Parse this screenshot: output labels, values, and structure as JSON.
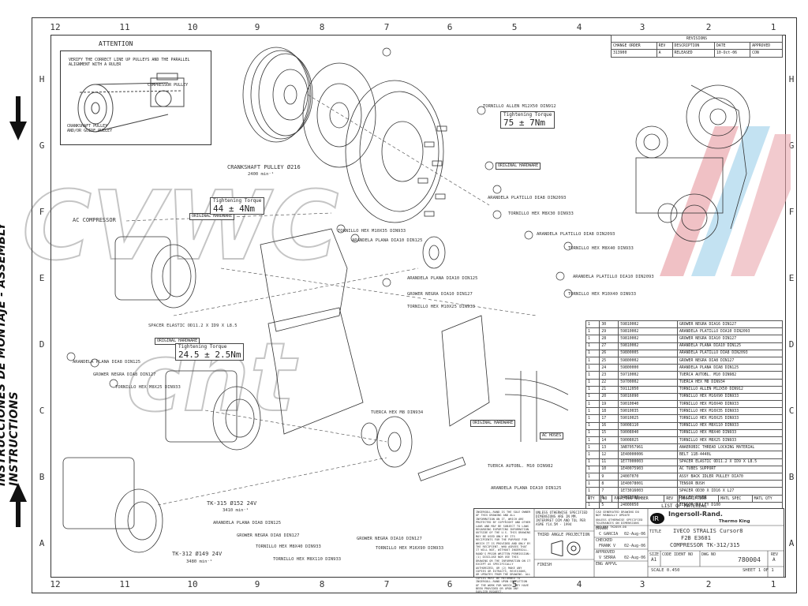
{
  "side_text": "INSTRUCCIONES DE MONTAJE - ASSEMBLY INSTRUCTIONS",
  "zones_top": [
    "12",
    "11",
    "10",
    "9",
    "8",
    "7",
    "6",
    "5",
    "4",
    "3",
    "2",
    "1"
  ],
  "zones_side": [
    "H",
    "G",
    "F",
    "E",
    "D",
    "C",
    "B",
    "A"
  ],
  "attention": {
    "title": "ATTENTION",
    "note": "VERIFY THE CORRECT LINE UP PULLEYS AND THE PARALLEL ALIGNMENT WITH A RULER",
    "compressor_pulley": "COMPRESSOR PULLEY",
    "crankshaft_pulley": "CRANKSHAFT PULLEY AND/OR GUIDE PULLEY"
  },
  "callouts": {
    "crankshaft": "CRANKSHAFT PULLEY Ø216",
    "crankshaft_rpm": "2400 min⁻¹",
    "ac_compressor": "AC COMPRESSOR",
    "allen": "TORNILLO ALLEN M12X50 DIN912",
    "original_hw_1": "ORIGINAL HARDWARE",
    "original_hw_2": "ORIGINAL HARDWARE",
    "original_hw_3": "ORIGINAL HARDWARE",
    "original_hw_4": "ORIGINAL HARDWARE",
    "arandela_platillo_1": "ARANDELA PLATILLO DIA8 DIN2093",
    "hex_m8x30": "TORNILLO HEX M8X30 DIN933",
    "arandela_platillo_2": "ARANDELA PLATILLO DIA8 DIN2093",
    "hex_m8x40_1": "TORNILLO HEX M8X40 DIN933",
    "arandela_platillo_3": "ARANDELA PLATILLO DIA10 DIN2093",
    "hex_m10x40": "TORNILLO HEX M10X40 DIN933",
    "hex_m10x35": "TORNILLO HEX M10X35 DIN933",
    "arandela_plana_10a": "ARANDELA PLANA DIA10 DIN125",
    "arandela_plana_10b": "ARANDELA PLANA DIA10 DIN125",
    "grower_10": "GROWER NEGRA DIA10 DIN127",
    "hex_m10x25": "TORNILLO HEX M10X25 DIN933",
    "spacer": "SPACER ELASTIC OD11.2 X ID9 X L8.5",
    "arandela_plana_8": "ARANDELA PLANA DIA8 DIN125",
    "grower_8": "GROWER NEGRA DIA8 DIN127",
    "hex_m8x25": "TORNILLO HEX M8X25 DIN933",
    "tuerca_m8": "TUERCA HEX M8 DIN934",
    "ac_hoses": "AC HOSES",
    "tuerca_autobl": "TUERCA AUTOBL. M10 DIN982",
    "arandela_plana_10c": "ARANDELA PLANA DIA10 DIN125",
    "tk315": "TK-315 Ø152 24V",
    "tk315_rpm": "3410 min⁻¹",
    "tk312": "TK-312 Ø149 24V",
    "tk312_rpm": "3480 min⁻¹",
    "arandela_plana_8b": "ARANDELA PLANA DIA8 DIN125",
    "grower_8b": "GROWER NEGRA DIA8 DIN127",
    "hex_m8x40_2": "TORNILLO HEX M8X40 DIN933",
    "hex_m8x110": "TORNILLO HEX M8X110 DIN933",
    "grower_10b": "GROWER NEGRA DIA10 DIN127",
    "hex_m16x90": "TORNILLO HEX M16X90 DIN933"
  },
  "torques": [
    {
      "title": "Tightening Torque",
      "value": "75 ± 7Nm"
    },
    {
      "title": "Tightening Torque",
      "value": "44 ± 4Nm"
    },
    {
      "title": "Tightening Torque",
      "value": "24.5 ± 2.5Nm"
    }
  ],
  "revisions": {
    "title": "REVISIONS",
    "headers": [
      "CHANGE ORDER",
      "REV",
      "DESCRIPTION",
      "DATE",
      "APPROVED"
    ],
    "row": [
      "313900",
      "A",
      "RELEASED",
      "10-Oct-06",
      "CON"
    ]
  },
  "bom": {
    "rows": [
      [
        "30",
        "59810002",
        "GROWER NEGRA DIA16 DIN127"
      ],
      [
        "29",
        "59810002",
        "ARANDELA PLATILLO DIA10 DIN2093"
      ],
      [
        "28",
        "59810002",
        "GROWER NEGRA DIA10 DIN127"
      ],
      [
        "27",
        "59810002",
        "ARANDELA PLANA DIA10 DIN125"
      ],
      [
        "26",
        "59800005",
        "ARANDELA PLATILLO DIA8 DIN2093"
      ],
      [
        "25",
        "59800002",
        "GROWER NEGRA DIA8 DIN127"
      ],
      [
        "24",
        "59800000",
        "ARANDELA PLANA DIA8 DIN125"
      ],
      [
        "23",
        "59710002",
        "TUERCA AUTOBL. M10 DIN982"
      ],
      [
        "22",
        "59700002",
        "TUERCA HEX M8 DIN934"
      ],
      [
        "21",
        "59112050",
        "TORNILLO ALLEN M12X50 DIN912"
      ],
      [
        "20",
        "59016090",
        "TORNILLO HEX M16X90 DIN933"
      ],
      [
        "19",
        "59010040",
        "TORNILLO HEX M10X40 DIN933"
      ],
      [
        "18",
        "59010035",
        "TORNILLO HEX M10X35 DIN933"
      ],
      [
        "17",
        "59010025",
        "TORNILLO HEX M10X25 DIN933"
      ],
      [
        "16",
        "59008110",
        "TORNILLO HEX M8X110 DIN933"
      ],
      [
        "15",
        "59008040",
        "TORNILLO HEX M8X40 DIN933"
      ],
      [
        "14",
        "59008025",
        "TORNILLO HEX M8X25 DIN933"
      ],
      [
        "13",
        "3AB7057961",
        "ANAEROBIC THREAD LOCKING MATERIAL"
      ],
      [
        "12",
        "1E40000006",
        "BELT 11B-4440L"
      ],
      [
        "11",
        "1E77000003",
        "SPACER ELASTIC OD11.2 X ID9 X L8.5"
      ],
      [
        "10",
        "1E40075903",
        "AC TUBES SUPPORT"
      ],
      [
        "9",
        "24007070",
        "ASSY BACK IDLER PULLEY DIA70"
      ],
      [
        "8",
        "1E40078001",
        "TENSOR BUSH"
      ],
      [
        "7",
        "1E73016003",
        "SPACER OD30 X ID16 X L27"
      ],
      [
        "6",
        "24070000",
        "PULLEY COVER"
      ],
      [
        "5",
        "24000050",
        "TENSOR PULLEY D100"
      ],
      [
        "4",
        "1E40073001",
        "RESTRAINING BUSH"
      ],
      [
        "3",
        "1E40073002",
        "RESTRAINING BRACKET"
      ],
      [
        "2",
        "1E40073601",
        "COMPRESSOR BRACKET"
      ],
      [
        "1",
        "1E40075001",
        "CRANKSHAFT PULLEY"
      ]
    ],
    "footer": [
      "QTY",
      "NO",
      "PART/DWG NUMBER",
      "REV",
      "DESCRIPTION",
      "MATL SPEC",
      "MATL QTY"
    ],
    "list_title": "LIST OF MATERIAL"
  },
  "title_block": {
    "legal": "INGERSOLL-RAND IS THE SOLE OWNER OF THIS DRAWING AND ALL INFORMATION ON IT, WHICH ARE PROTECTED BY COPYRIGHT AND OTHER LAWS AND MAY BE SUBJECT TO LAWS REGARDING EXPORTING INFORMATION OUTSIDE OF THE U.S. THIS DRAWING MAY BE USED ONLY BY ITS RECIPIENTS FOR THE PURPOSE FOR WHICH IT IS PROVIDED AND ONLY BY THE RECIPIENT. WHO AGREES THAT IT WILL NOT, WITHOUT INGERSOLL-RAND'S PRIOR WRITTEN PERMISSION: (1) DISCLOSE NOR USE THIS DRAWING OR THE INFORMATION ON IT EXCEPT AS SPECIFICALLY AUTHORIZED, OR (2) MAKE ANY COPIES OR EXTRACTS, REVISIONS, OR UPDATES FROM THE DRAWING. ALL COPIES MUST BE RETURNED TO INGERSOLL-RAND UPON COMPLETION OF THE WORK FOR WHICH THEY HAVE BEEN PROVIDED OR UPON ANY EARLIER REQUEST.",
    "dims_note": "UNLESS OTHERWISE SPECIFIED DIMENSIONS ARE IN MM. INTERPRET DIM AND TOL PER ASME Y14.5M - 1994",
    "third_angle": "THIRD ANGLE PROJECTION",
    "finish": "FINISH",
    "cad_note": "CAD GENERATED DRAWING DO NOT MANUALLY UPDATE",
    "tol_note": "UNLESS OTHERWISE SPECIFIED TOLERANCES ON DIMENSIONS ARE PER TK2059-00",
    "drawn_label": "DRAWN",
    "drawn_by": "C GARCIA",
    "drawn_date": "02-Aug-06",
    "checked_label": "CHECKED",
    "checked_by": "FRANK V",
    "checked_date": "02-Aug-06",
    "approved_label": "APPROVED",
    "approved_by": "V SERRA",
    "approved_date": "02-Aug-06",
    "eng_label": "ENG APPVL",
    "brand": "Ingersoll-Rand.",
    "sub_brand": "Thermo King",
    "title_label": "TITLE",
    "title1": "IVECO STRALIS Cursor8",
    "title2": "F2B E3681",
    "title3": "COMPRESSOR TK-312/315",
    "size_label": "SIZE",
    "size": "A1",
    "code_label": "CODE IDENT NO",
    "dwg_label": "DWG NO",
    "dwg_no": "780004",
    "rev_label": "REV",
    "rev": "A",
    "scale": "SCALE 0.450",
    "sheet": "SHEET 1 OF 1"
  },
  "colors": {
    "line": "#333333",
    "stripe_red": "#e9a6ad",
    "stripe_blue": "#a9d6ec"
  }
}
